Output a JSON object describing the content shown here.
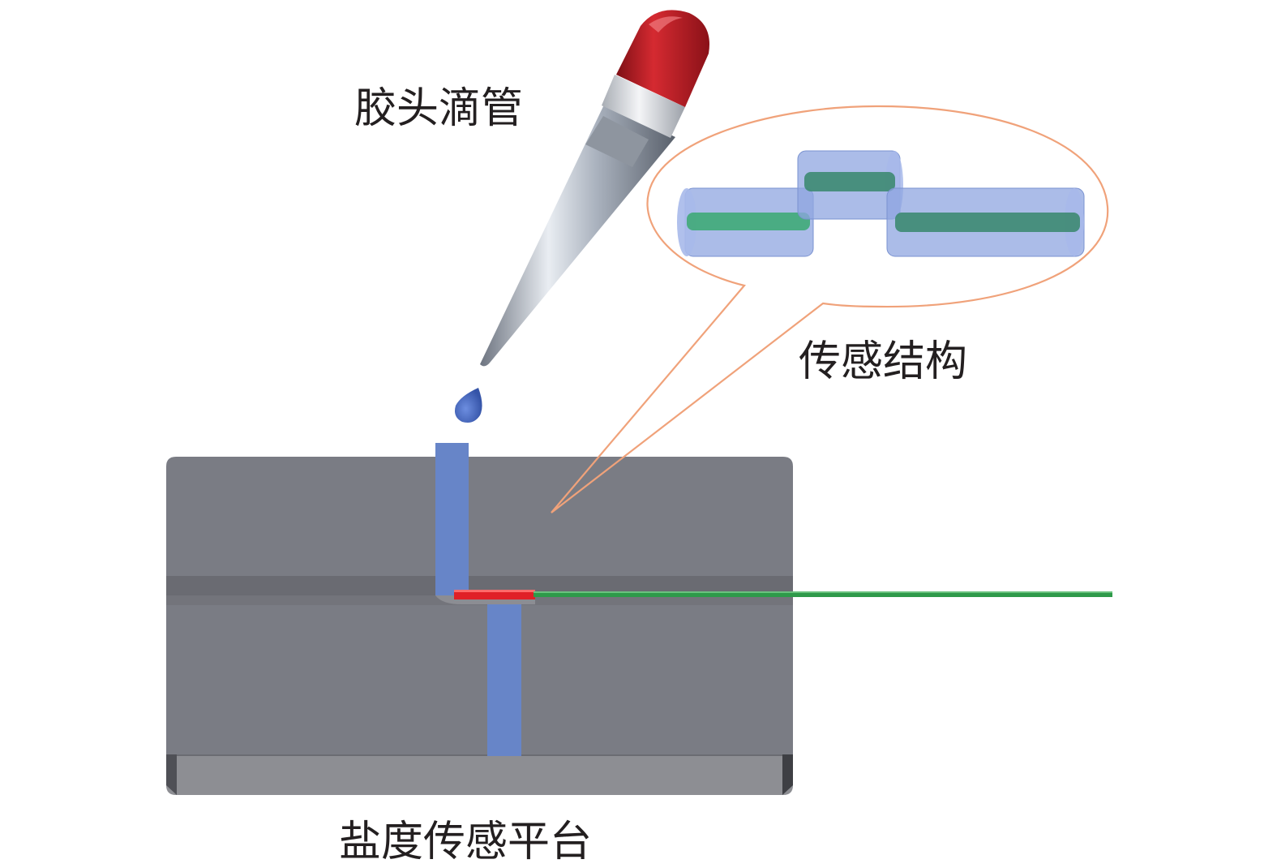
{
  "labels": {
    "dropper": "胶头滴管",
    "sensor_structure": "传感结构",
    "platform": "盐度传感平台"
  },
  "colors": {
    "background": "#ffffff",
    "platform_top": "#7a7c84",
    "platform_base": "#8d8e93",
    "platform_edge": "#5b5c62",
    "channel_blue": "#6785c8",
    "droplet_blue": "#4a6bc0",
    "fiber_green": "#2e9a4a",
    "sensor_red": "#e02027",
    "bulb_red": "#b81c24",
    "callout_line": "#f0a27a",
    "capillary_blue": "#8fa6e0",
    "capillary_core_green": "#3faa78"
  },
  "icons": {
    "dropper": "rubber-bulb-dropper-icon",
    "droplet": "droplet-icon"
  }
}
